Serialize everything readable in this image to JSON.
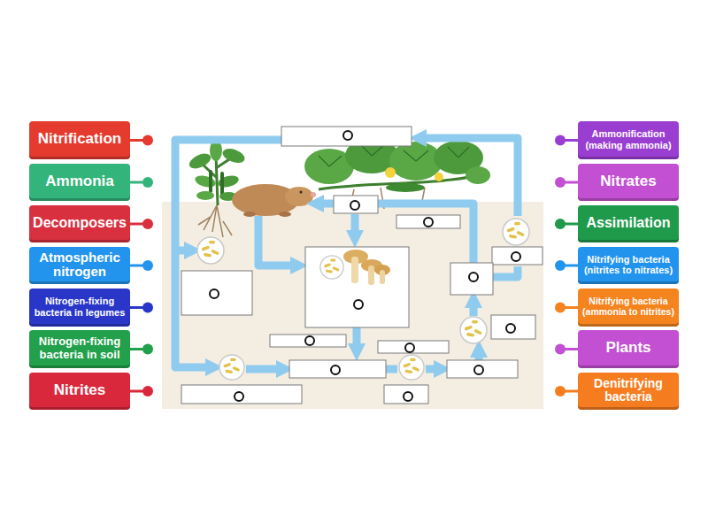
{
  "diagram": {
    "nodes": [
      {
        "text": [
          "Nitrification"
        ]
      },
      {
        "text": [
          "Ammonia"
        ]
      },
      {
        "text": [
          "Decomposers"
        ]
      },
      {
        "text": [
          "Atmospheric nitrogen"
        ]
      },
      {
        "text": [
          "Nitrogen-fixing bacteria in legumes"
        ]
      },
      {
        "text": [
          "Nitrogen-fixing bacteria in soil"
        ]
      },
      {
        "text": [
          "Nitrites"
        ]
      },
      {
        "text": [
          "Ammonification (making ammonia)"
        ]
      },
      {
        "text": [
          "Nitrates"
        ]
      },
      {
        "text": [
          "Assimilation"
        ]
      },
      {
        "text": [
          "Nitrifying bacteria (nitrites to nitrates)"
        ]
      },
      {
        "text": [
          "Nitrifying bacteria (ammonia to nitrites)"
        ]
      },
      {
        "text": [
          "Plants"
        ]
      },
      {
        "text": [
          "Denitrifying bacteria"
        ]
      }
    ]
  }
}
